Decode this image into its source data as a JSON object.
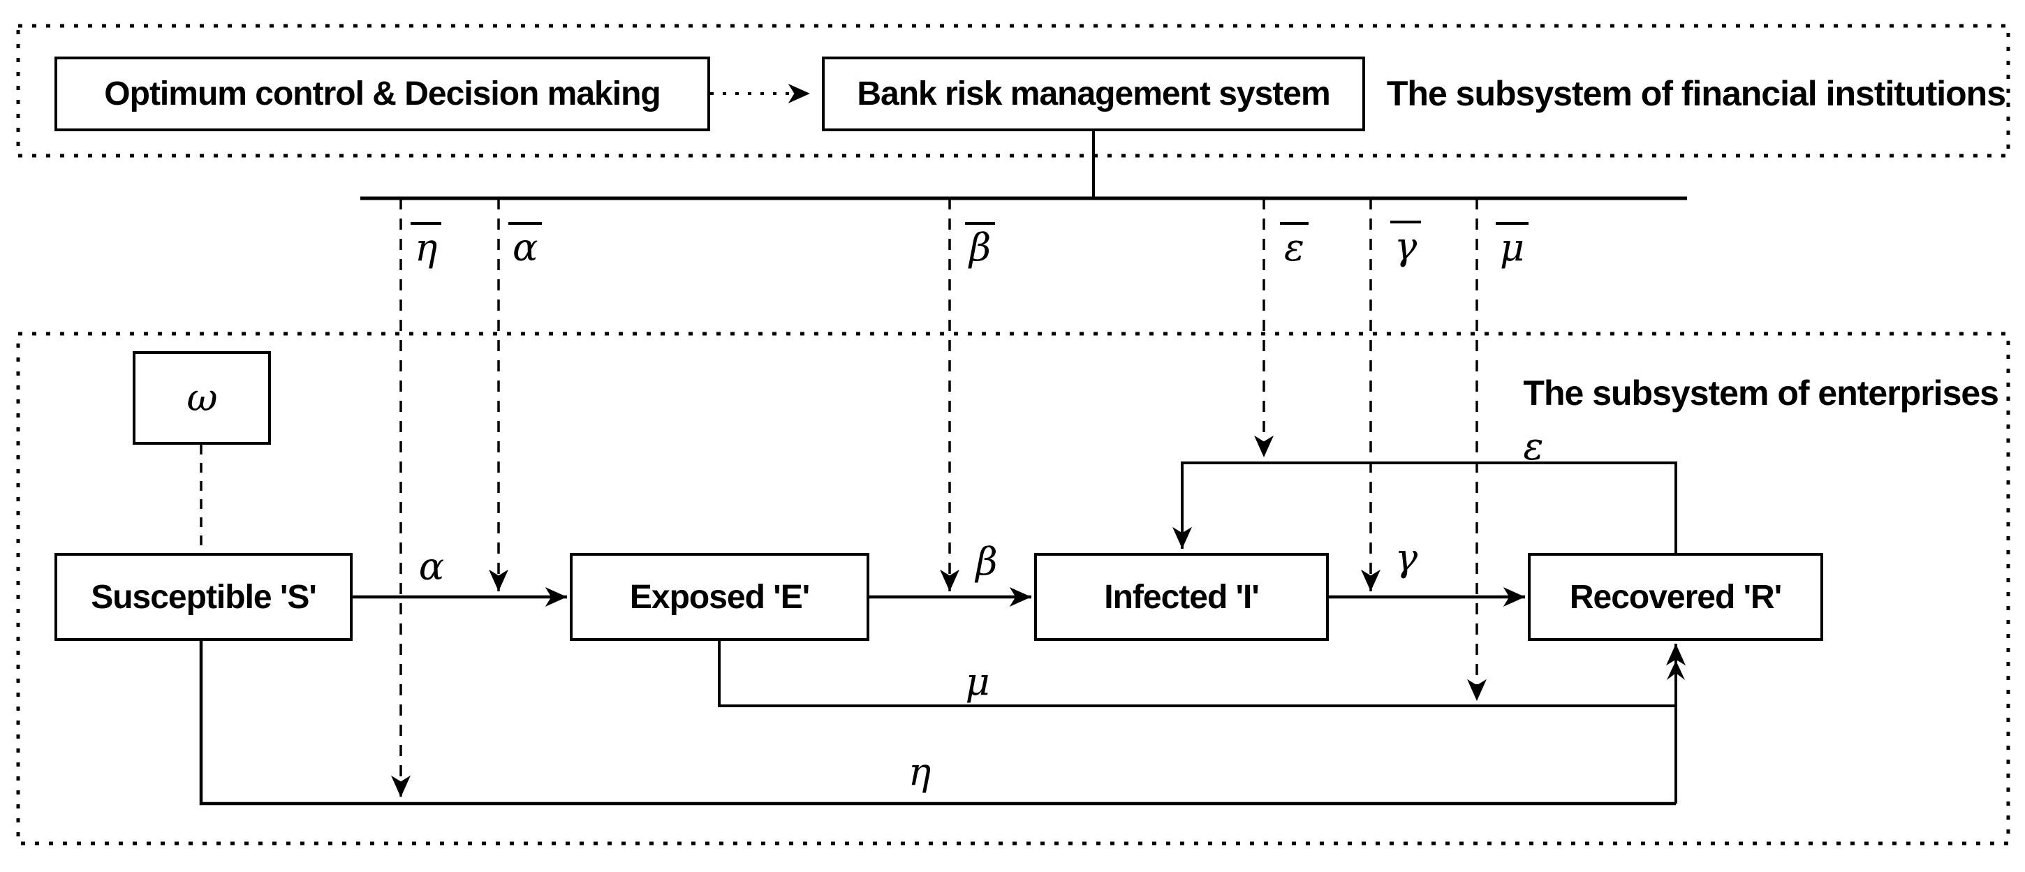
{
  "financial_subsystem": {
    "label": "The subsystem of financial institutions",
    "optimum_box": "Optimum control & Decision making",
    "bank_box": "Bank risk management system"
  },
  "enterprise_subsystem": {
    "label": "The subsystem of enterprises",
    "omega_box": "ω",
    "susceptible_box": "Susceptible 'S'",
    "exposed_box": "Exposed 'E'",
    "infected_box": "Infected 'I'",
    "recovered_box": "Recovered 'R'"
  },
  "control_parameters": {
    "eta_bar": "η",
    "alpha_bar": "α",
    "beta_bar": "β",
    "epsilon_bar": "ε",
    "gamma_bar": "γ",
    "mu_bar": "μ"
  },
  "flow_parameters": {
    "alpha": "α",
    "beta": "β",
    "gamma": "γ",
    "epsilon": "ε",
    "mu": "μ",
    "eta": "η"
  },
  "colors": {
    "line": "#000000",
    "background": "#ffffff"
  }
}
